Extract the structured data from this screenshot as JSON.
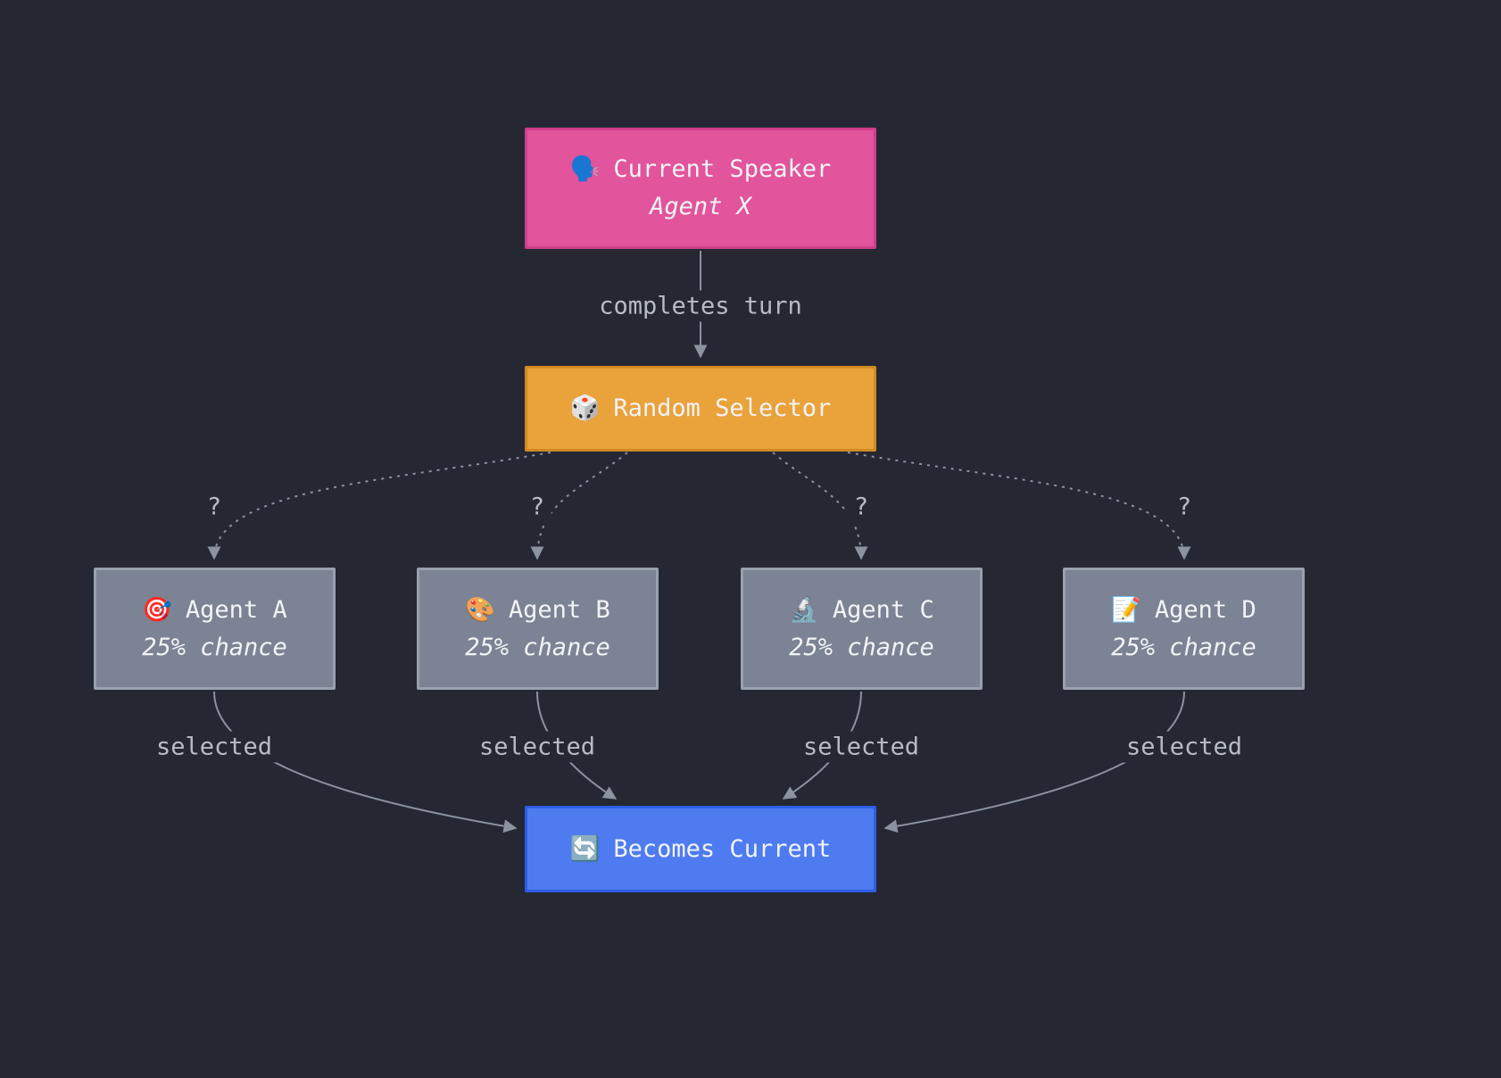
{
  "colors": {
    "background": "#252833",
    "pink_fill": "#e2549b",
    "pink_border": "#cf3e8a",
    "orange_fill": "#eaa23b",
    "orange_border": "#d18a22",
    "gray_fill": "#7b8394",
    "gray_border": "#99a1af",
    "blue_fill": "#4e7bf0",
    "blue_border": "#2e5de5",
    "edge_line": "#8b92a0",
    "edge_label_text": "#b6bcc6",
    "node_text": "#f2f4f7"
  },
  "nodes": {
    "current_speaker": {
      "icon": "🗣️",
      "title": "Current Speaker",
      "subtitle": "Agent X"
    },
    "random_selector": {
      "icon": "🎲",
      "title": "Random Selector"
    },
    "agent_a": {
      "icon": "🎯",
      "title": "Agent A",
      "subtitle": "25% chance"
    },
    "agent_b": {
      "icon": "🎨",
      "title": "Agent B",
      "subtitle": "25% chance"
    },
    "agent_c": {
      "icon": "🔬",
      "title": "Agent C",
      "subtitle": "25% chance"
    },
    "agent_d": {
      "icon": "📝",
      "title": "Agent D",
      "subtitle": "25% chance"
    },
    "becomes_current": {
      "icon": "🔄",
      "title": "Becomes Current"
    }
  },
  "edge_labels": {
    "completes_turn": "completes turn",
    "question": "?",
    "selected": "selected"
  }
}
